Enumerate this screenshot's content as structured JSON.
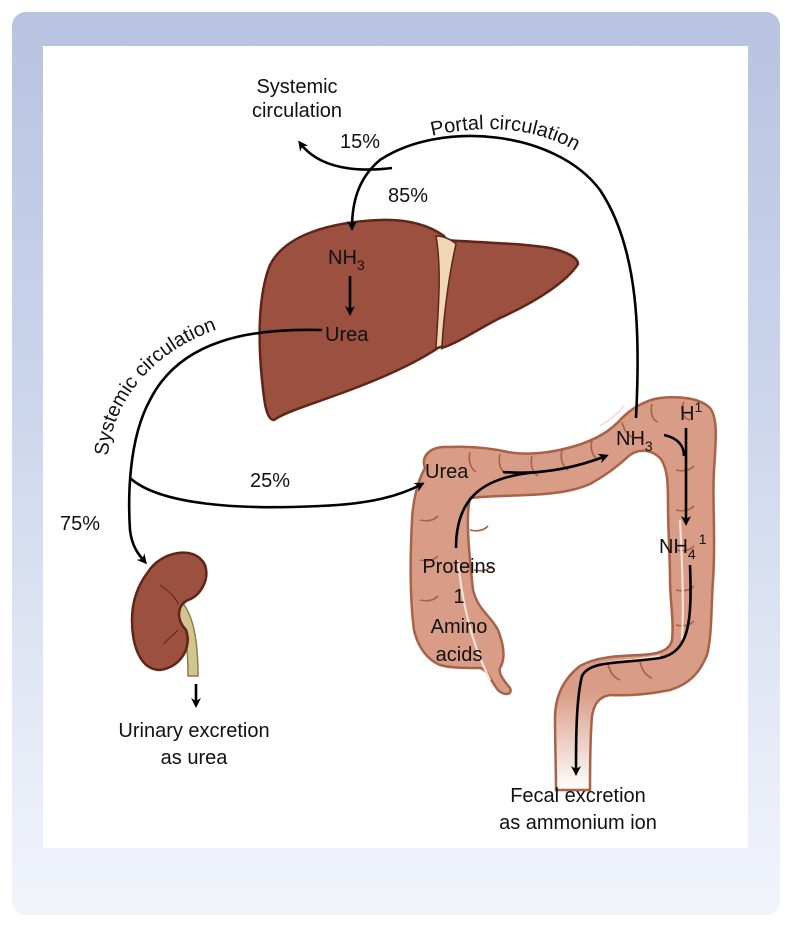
{
  "diagram": {
    "type": "physiology-pathway",
    "labels": {
      "systemic_top_line1": "Systemic",
      "systemic_top_line2": "circulation",
      "pct_15": "15%",
      "pct_85": "85%",
      "portal_circulation": "Portal circulation",
      "liver_nh3_base": "NH",
      "liver_nh3_sub": "3",
      "liver_urea": "Urea",
      "systemic_left": "Systemic circulation",
      "pct_25": "25%",
      "pct_75": "75%",
      "colon_urea": "Urea",
      "colon_nh3_base": "NH",
      "colon_nh3_sub": "3",
      "h_base": "H",
      "h_sup": "1",
      "nh4_base": "NH",
      "nh4_sub": "4",
      "nh4_sup": "1",
      "proteins": "Proteins",
      "plus": "1",
      "amino": "Amino",
      "acids": "acids",
      "urinary_line1": "Urinary excretion",
      "urinary_line2": "as urea",
      "fecal_line1": "Fecal excretion",
      "fecal_line2": "as ammonium ion"
    },
    "colors": {
      "liver": "#9b5040",
      "liver_outline": "#5e2518",
      "ligament": "#efd7b8",
      "kidney": "#9b5040",
      "ureter": "#d2c68e",
      "colon": "#d99c86",
      "colon_outline": "#a86248",
      "arrow": "#000000"
    }
  }
}
